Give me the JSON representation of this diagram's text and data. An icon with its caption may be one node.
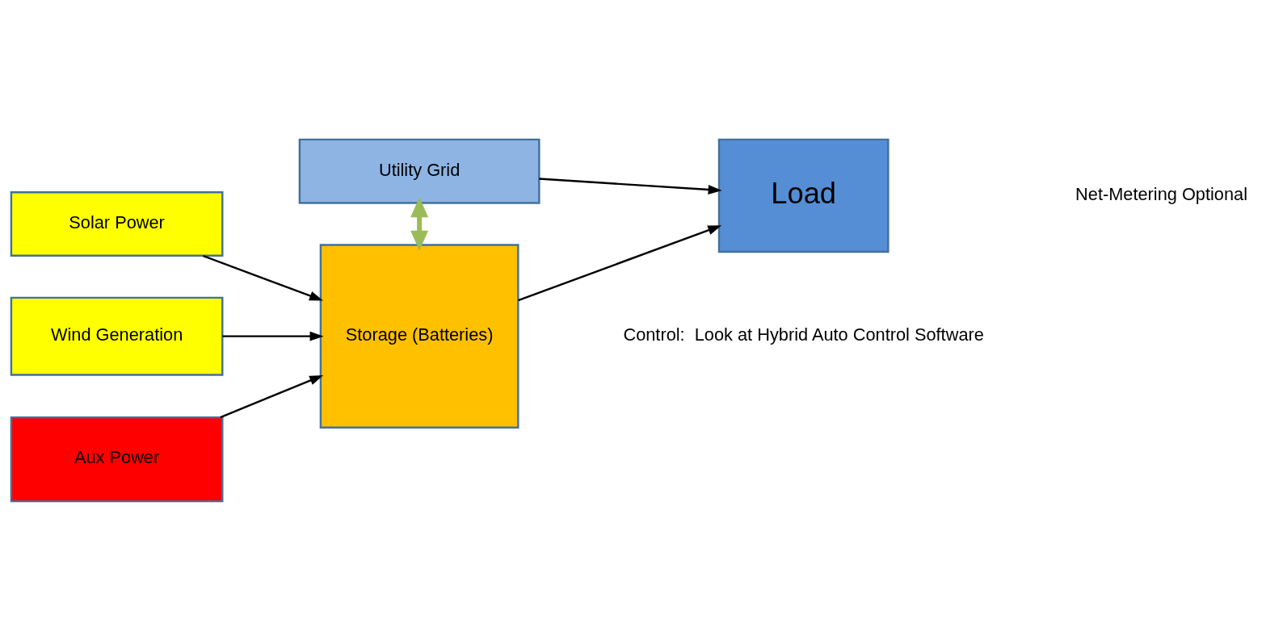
{
  "diagram": {
    "nodes": [
      {
        "text": [
          "Solar Power"
        ]
      },
      {
        "text": [
          "Wind Generation"
        ]
      },
      {
        "text": [
          "Aux Power"
        ]
      },
      {
        "text": [
          "Utility Grid"
        ]
      },
      {
        "text": [
          "Storage (Batteries)"
        ]
      },
      {
        "text": [
          "Load"
        ]
      }
    ],
    "edges": [
      {
        "from": 0,
        "to": 4,
        "arrow": "to"
      },
      {
        "from": 1,
        "to": 4,
        "arrow": "to"
      },
      {
        "from": 2,
        "to": 4,
        "arrow": "to"
      },
      {
        "from": 3,
        "to": 4,
        "arrow": "both",
        "style": "thick",
        "color": "#9bbb59"
      },
      {
        "from": 3,
        "to": 5,
        "arrow": "to"
      },
      {
        "from": 4,
        "to": 5,
        "arrow": "to"
      }
    ],
    "labels": [
      "Net-Metering Optional",
      "Control:  Look at Hybrid Auto Control Software"
    ]
  }
}
